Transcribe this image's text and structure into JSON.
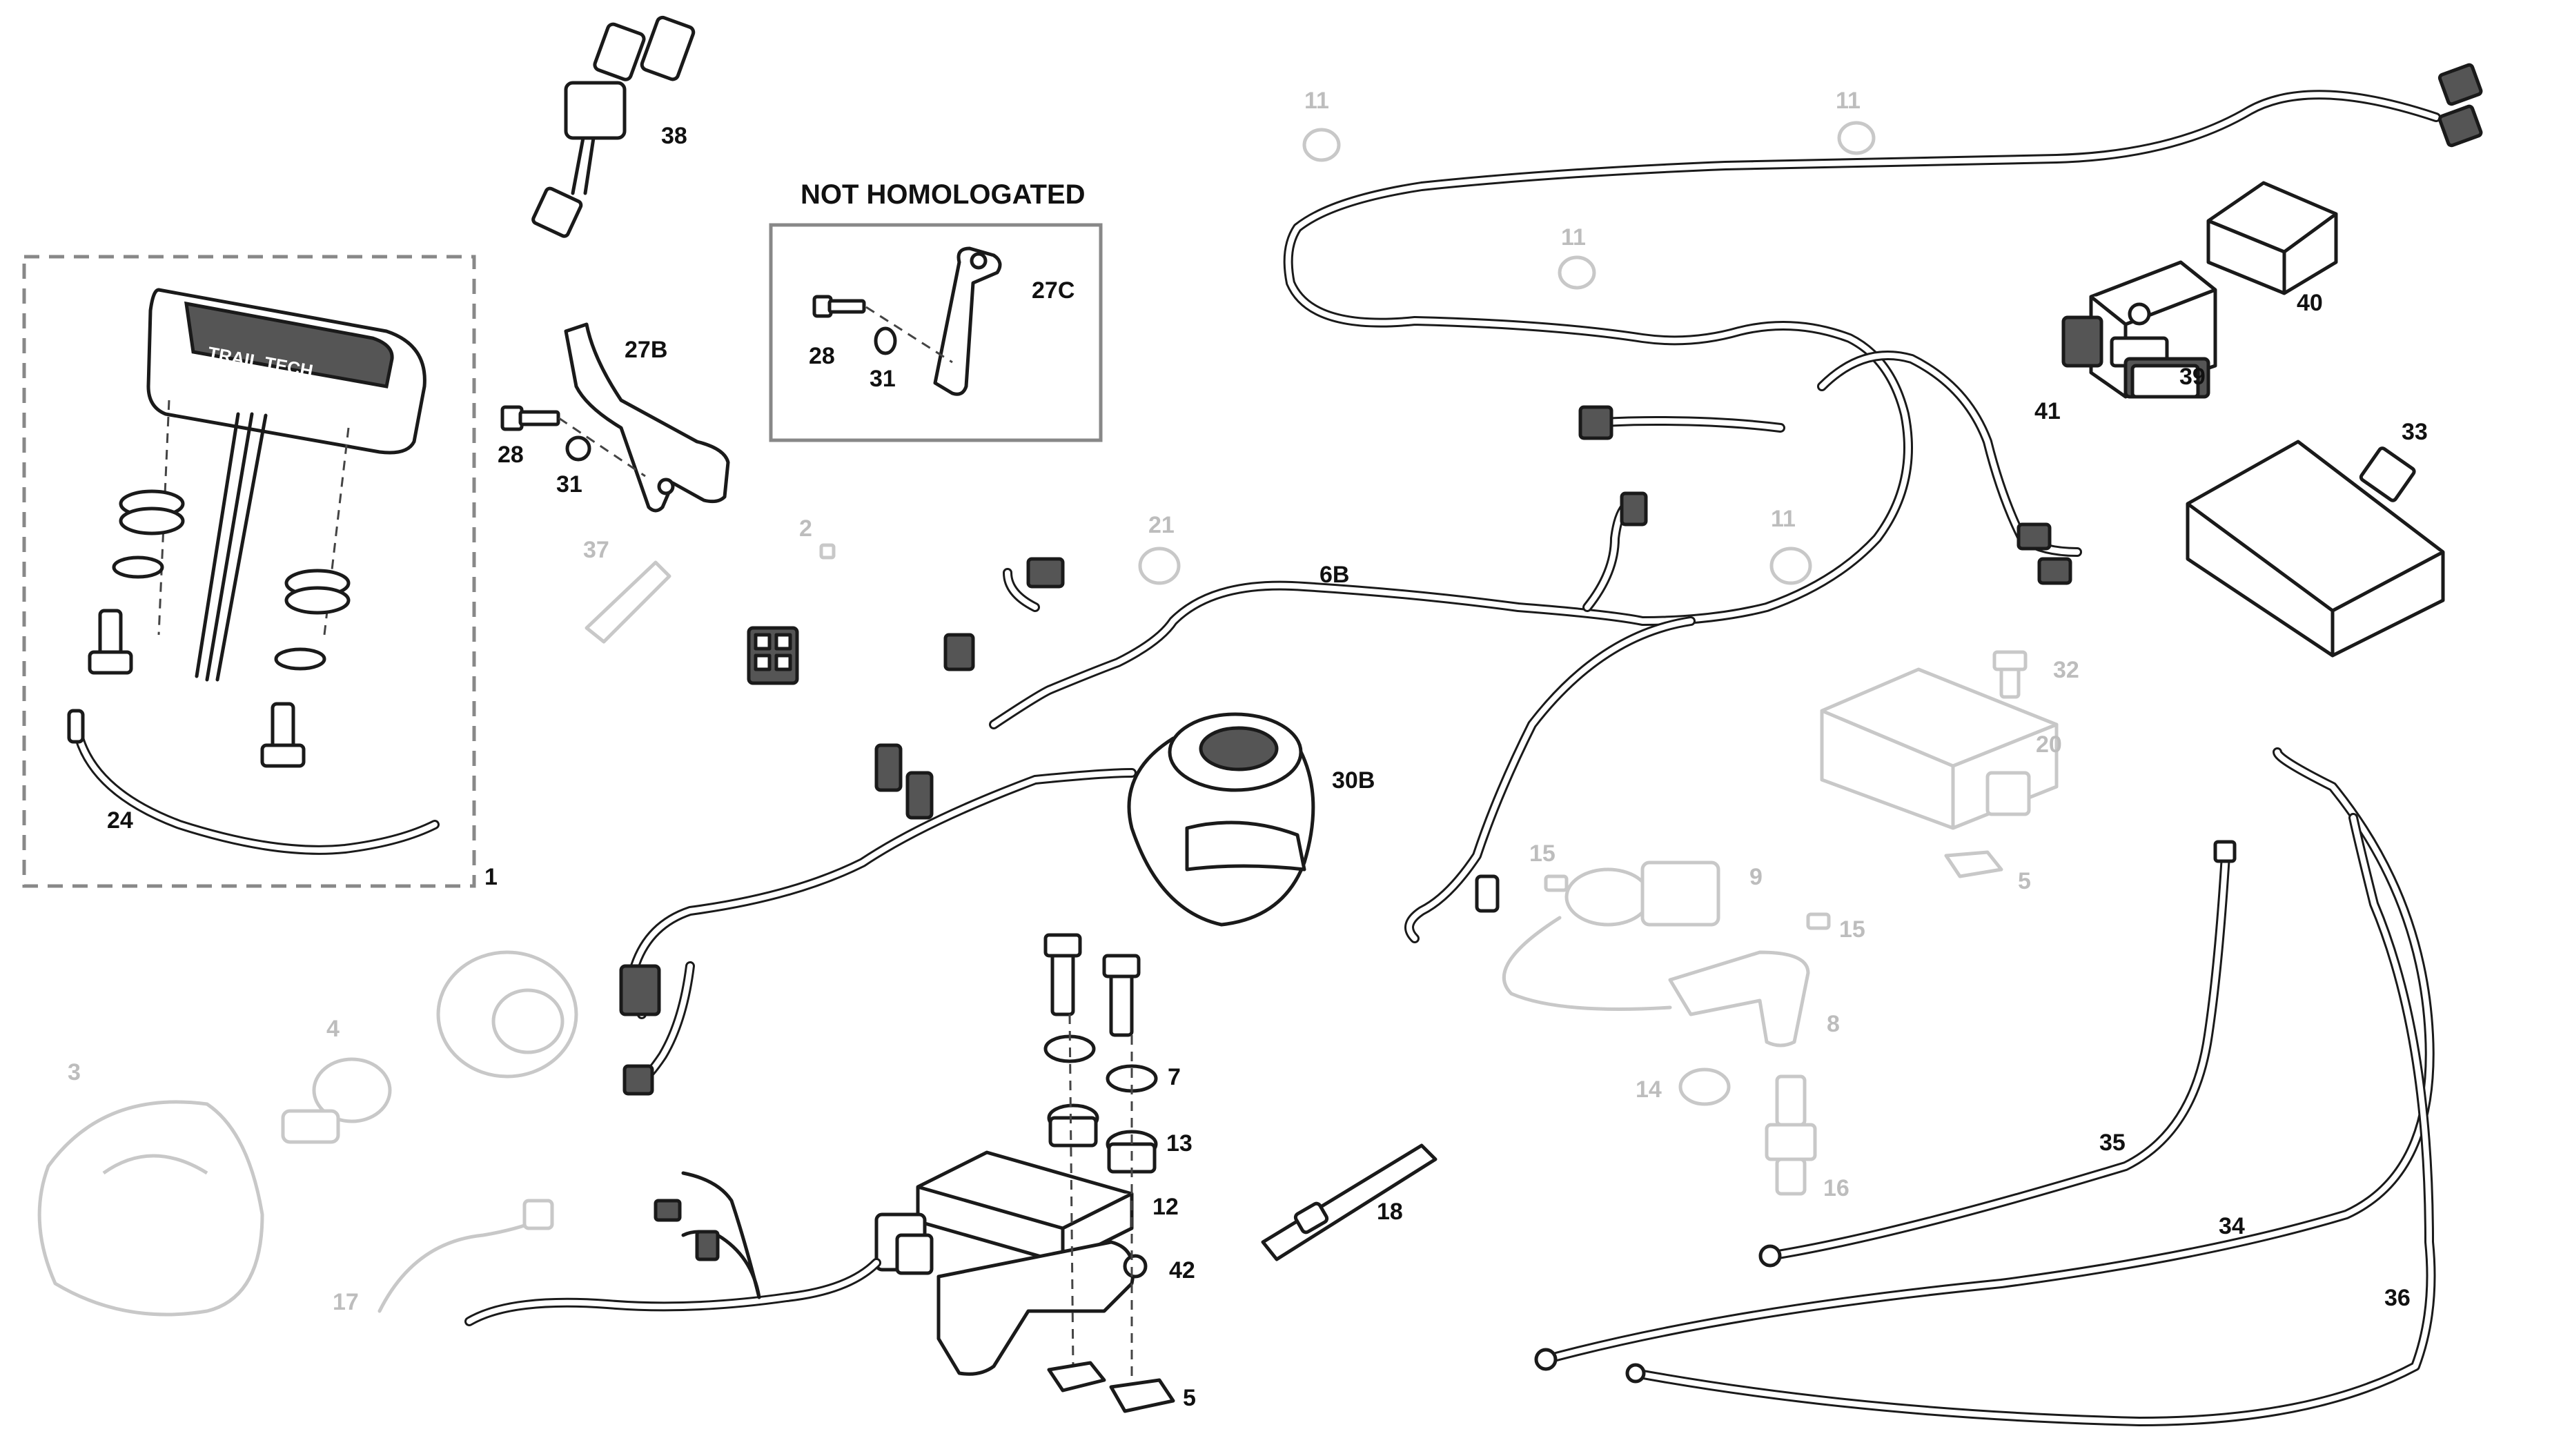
{
  "heading": "NOT HOMOLOGATED",
  "callouts": {
    "c1": "1",
    "c2": "2",
    "c3": "3",
    "c4": "4",
    "c5a": "5",
    "c5b": "5",
    "c6b": "6B",
    "c7": "7",
    "c8": "8",
    "c9": "9",
    "c11a": "11",
    "c11b": "11",
    "c11c": "11",
    "c11d": "11",
    "c12": "12",
    "c13": "13",
    "c14": "14",
    "c15a": "15",
    "c15b": "15",
    "c16": "16",
    "c17": "17",
    "c18": "18",
    "c20": "20",
    "c21": "21",
    "c24": "24",
    "c27b": "27B",
    "c27c": "27C",
    "c28a": "28",
    "c28b": "28",
    "c30b": "30B",
    "c31a": "31",
    "c31b": "31",
    "c32": "32",
    "c33": "33",
    "c34": "34",
    "c35": "35",
    "c36": "36",
    "c37": "37",
    "c38": "38",
    "c39": "39",
    "c40": "40",
    "c41": "41",
    "c42": "42"
  },
  "dash_logo": "TRAIL TECH"
}
